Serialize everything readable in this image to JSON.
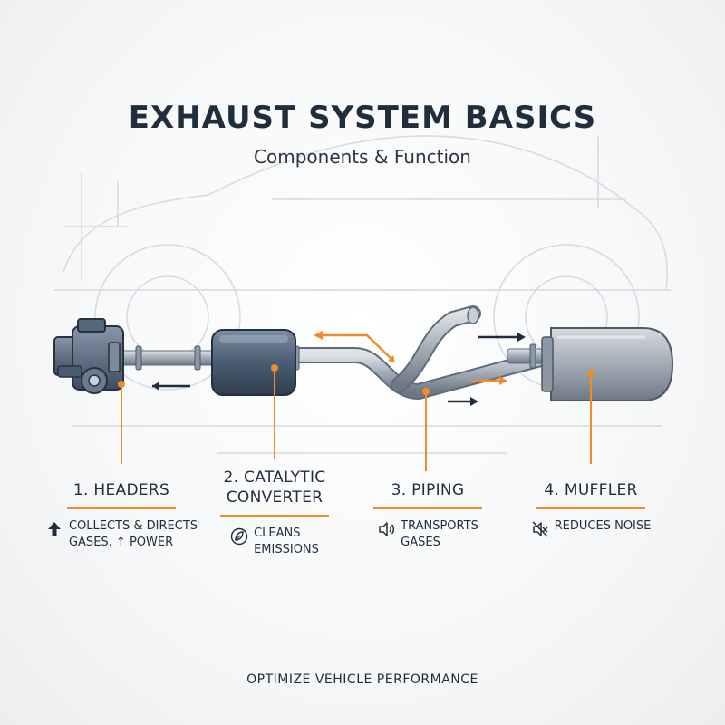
{
  "title": "EXHAUST SYSTEM BASICS",
  "subtitle": "Components & Function",
  "components": [
    {
      "label": "1. HEADERS",
      "desc_line1": "COLLECTS & DIRECTS",
      "desc_line2": "GASES. ↑ POWER",
      "icon": "up-arrow-icon"
    },
    {
      "label_line1": "2. CATALYTIC",
      "label_line2": "CONVERTER",
      "desc_line1": "CLEANS",
      "desc_line2": "EMISSIONS",
      "icon": "leaf-icon"
    },
    {
      "label": "3. PIPING",
      "desc_line1": "TRANSPORTS",
      "desc_line2": "GASES",
      "icon": "sound-icon"
    },
    {
      "label": "4. MUFFLER",
      "desc_line1": "REDUCES NOISE",
      "icon": "noise-off-icon"
    }
  ],
  "footer": "OPTIMIZE VEHICLE PERFORMANCE",
  "colors": {
    "accent": "#f28c28",
    "dark": "#1f2d3d",
    "metal": "#5c6b7d"
  }
}
